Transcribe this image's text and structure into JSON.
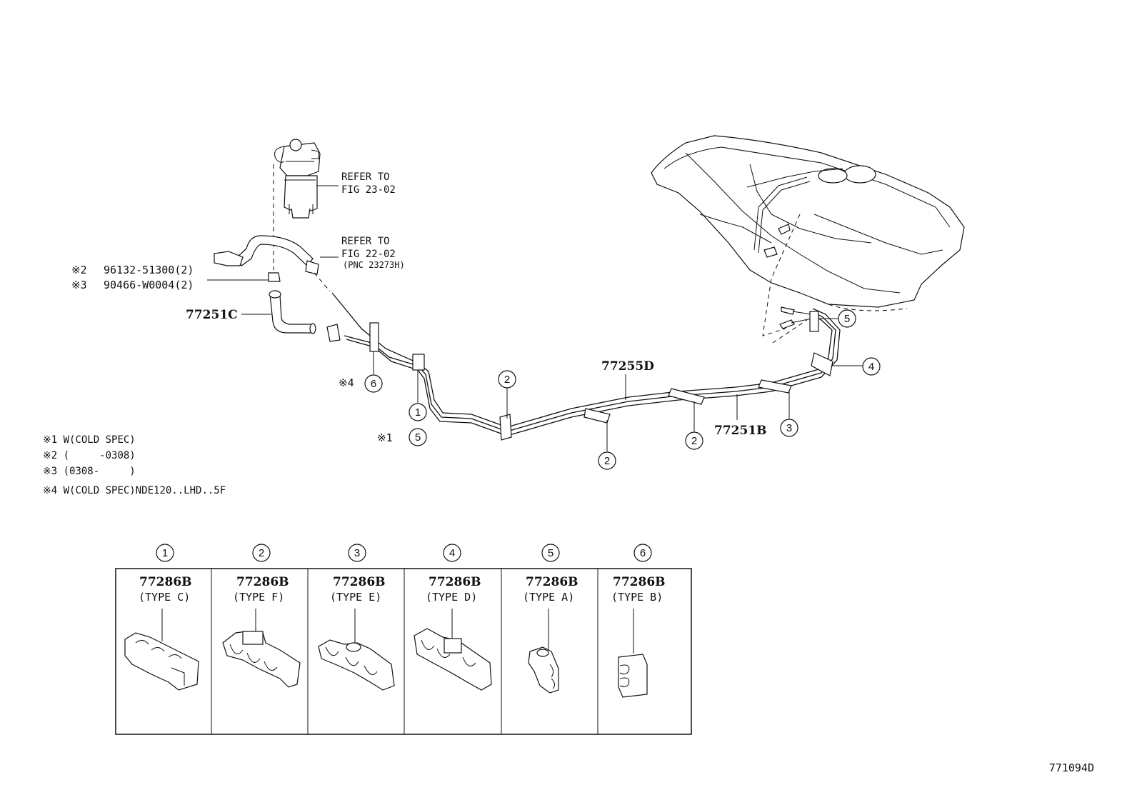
{
  "refs": {
    "filter": [
      "REFER TO",
      "FIG 23-02"
    ],
    "hose": [
      "REFER TO",
      "FIG 22-02",
      "(PNC 23273H)"
    ]
  },
  "marked_parts": [
    {
      "mark": "※2",
      "text": "96132-51300(2)"
    },
    {
      "mark": "※3",
      "text": "90466-W0004(2)"
    }
  ],
  "part_numbers": {
    "hose": "77251C",
    "main_tube": "77255D",
    "return_tube": "77251B"
  },
  "callouts": {
    "c1": "1",
    "c5_left": "5",
    "c6": "6",
    "c2_a": "2",
    "c2_b": "2",
    "c2_c": "2",
    "c3": "3",
    "c4": "4",
    "c5_right": "5",
    "mark1": "※1",
    "mark4": "※4"
  },
  "notes": [
    "※1 W(COLD SPEC)",
    "※2 (     -0308)",
    "※3 (0308-     )",
    "※4 W(COLD SPEC)NDE120..LHD..5F"
  ],
  "clamps": [
    {
      "num": "1",
      "part": "77286B",
      "type": "(TYPE C)"
    },
    {
      "num": "2",
      "part": "77286B",
      "type": "(TYPE F)"
    },
    {
      "num": "3",
      "part": "77286B",
      "type": "(TYPE E)"
    },
    {
      "num": "4",
      "part": "77286B",
      "type": "(TYPE D)"
    },
    {
      "num": "5",
      "part": "77286B",
      "type": "(TYPE A)"
    },
    {
      "num": "6",
      "part": "77286B",
      "type": "(TYPE B)"
    }
  ],
  "figure_id": "771094D"
}
